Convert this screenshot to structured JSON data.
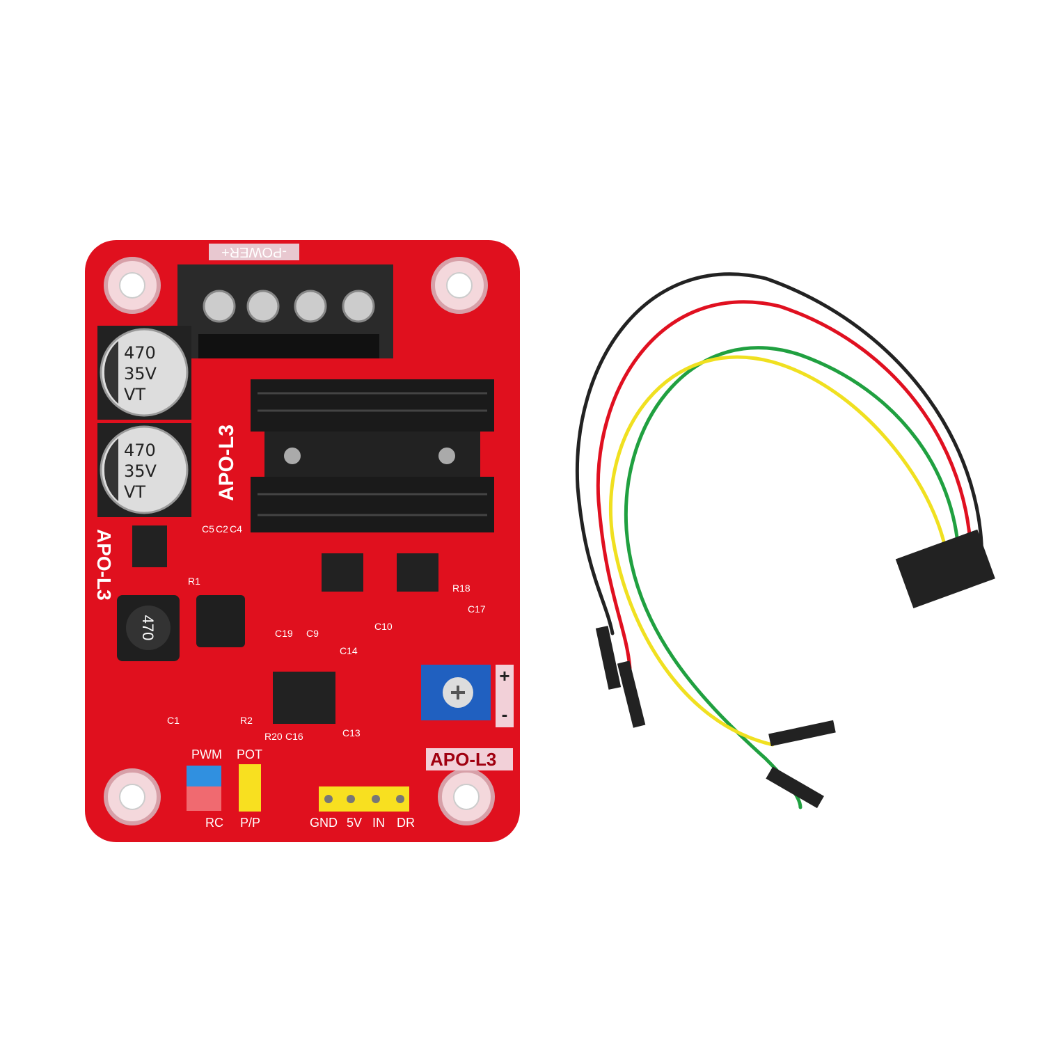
{
  "board": {
    "power_label": "-POWER+",
    "model_label": "APO-L3",
    "capacitor_text": [
      "470",
      "35V",
      "VT"
    ],
    "inductor_text": "470",
    "jumper_labels": {
      "pwm": "PWM",
      "pot": "POT",
      "rc": "RC",
      "pp": "P/P"
    },
    "pin_labels": [
      "GND",
      "5V",
      "IN",
      "DR"
    ],
    "pot_plus": "+",
    "pot_minus": "-",
    "component_labels": [
      "C19",
      "C9",
      "C10",
      "C14",
      "C13",
      "C16",
      "R20",
      "R18",
      "C17",
      "R2",
      "C1",
      "R1",
      "C5",
      "C2",
      "C4"
    ]
  },
  "colors": {
    "pcb": "#e0101e",
    "heatsink": "#1a1a1a",
    "wire_black": "#222222",
    "wire_red": "#e01020",
    "wire_green": "#20a040",
    "wire_yellow": "#f0e020"
  }
}
